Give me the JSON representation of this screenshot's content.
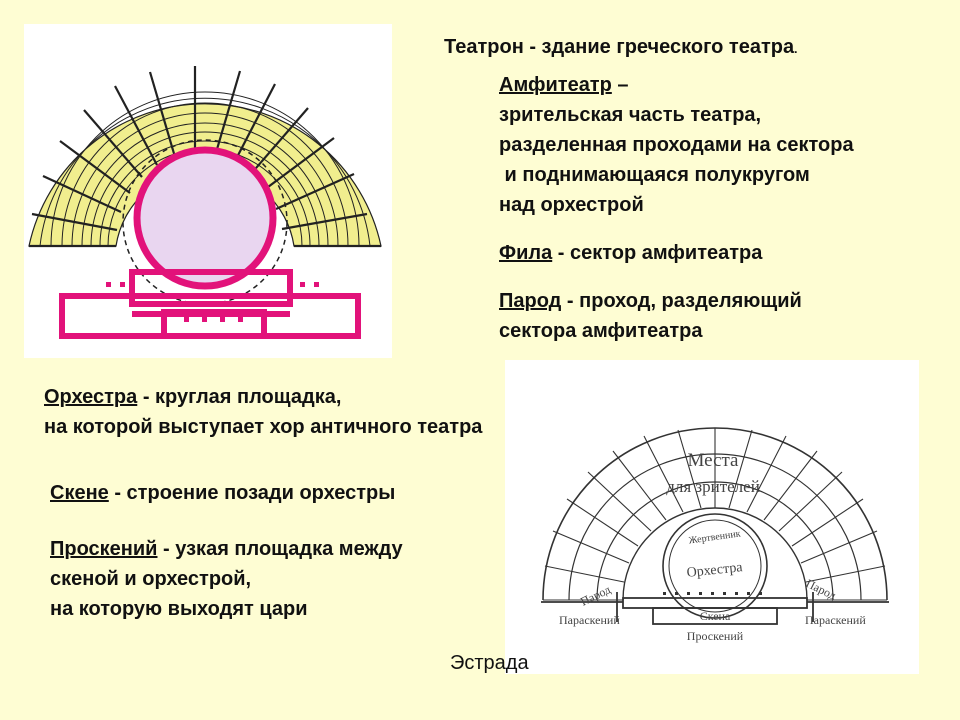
{
  "title": "Театрон - здание греческого театра",
  "title_dot": ".",
  "amphitheater": {
    "term": "Амфитеатр",
    "dash": " –",
    "lines": [
      "зрительская часть театра,",
      "разделенная проходами на сектора",
      " и поднимающаяся полукругом",
      "над орхестрой"
    ]
  },
  "fila": {
    "term": "Фила",
    "desc": " - сектор амфитеатра"
  },
  "parod": {
    "term": "Парод",
    "desc": " - проход, разделяющий",
    "line2": "сектора амфитеатра"
  },
  "orchestra": {
    "term": "Орхестра",
    "desc": " - круглая площадка,",
    "line2": "на которой выступает хор античного театра"
  },
  "skene": {
    "term": "Скене",
    "desc": " - строение позади орхестры"
  },
  "proskenion": {
    "term": "Проскений",
    "desc": " - узкая площадка между",
    "line2": "скеной и орхестрой,",
    "line3": "на которую выходят цари"
  },
  "estrada": "Эстрада",
  "diagram2": {
    "seats_line1": "Места",
    "seats_line2": "для зрителей",
    "altar": "Жертвенник",
    "orchestra": "Орхестра",
    "parod_left": "Парод",
    "parod_right": "Парод",
    "paraskenion_left": "Параскений",
    "paraskenion_right": "Параскений",
    "skene": "Скена",
    "proskenion": "Проскений"
  },
  "colors": {
    "background": "#fefdd3",
    "seats_yellow": "#f1ee8e",
    "structure_magenta": "#e2127a",
    "orchestra_fill": "#e9d6f0"
  }
}
